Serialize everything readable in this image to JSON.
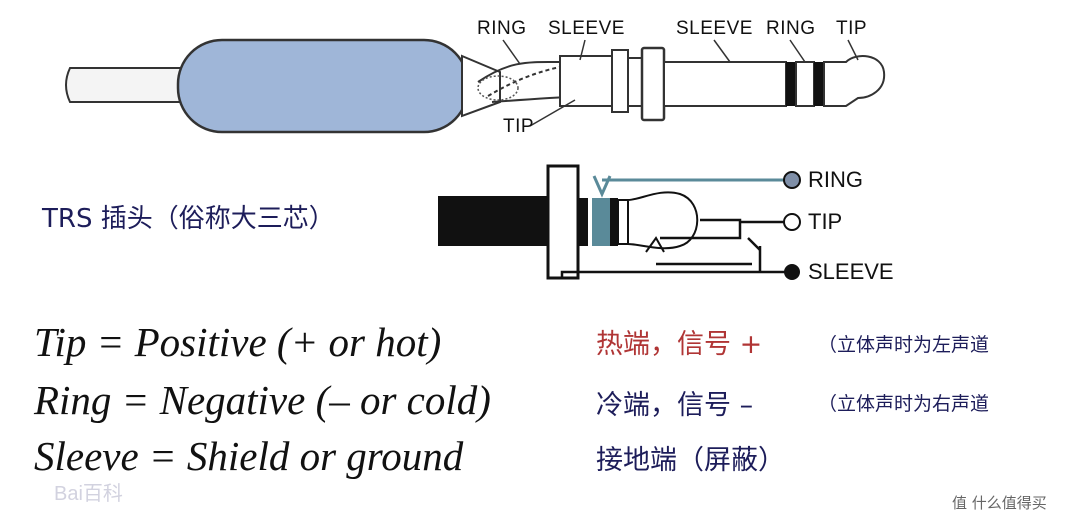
{
  "plug_labels": {
    "ring_left": "RING",
    "sleeve_left": "SLEEVE",
    "tip_left": "TIP",
    "sleeve_right": "SLEEVE",
    "ring_right": "RING",
    "tip_right": "TIP"
  },
  "schematic": {
    "title": "TRS 插头（俗称大三芯）",
    "ring": "RING",
    "tip": "TIP",
    "sleeve": "SLEEVE"
  },
  "definitions": [
    {
      "eq": "Tip = Positive (+ or hot)",
      "cn_main": "热端，信号 +",
      "cn_note": "（立体声时为左声道",
      "color": "#b03535"
    },
    {
      "eq": "Ring = Negative (– or cold)",
      "cn_main": "冷端，信号 –",
      "cn_note": "（立体声时为右声道",
      "color": "#1d1d5a"
    },
    {
      "eq": "Sleeve = Shield or ground",
      "cn_main": "接地端（屏蔽）",
      "cn_note": "",
      "color": "#1d1d5a"
    }
  ],
  "watermark": {
    "baidu": "Bai百科",
    "site": "值 什么值得买"
  },
  "colors": {
    "sleeve_body": "#9fb6d8",
    "ring_line": "#5a8a99",
    "dark": "#111111"
  }
}
